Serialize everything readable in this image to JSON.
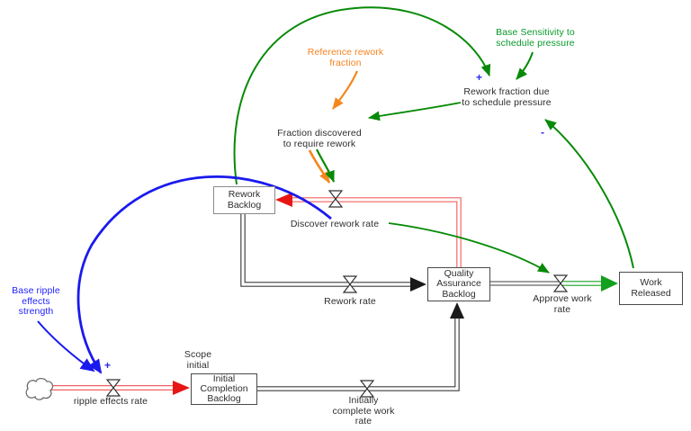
{
  "stocks": {
    "rework_backlog": {
      "label": "Rework\nBacklog"
    },
    "quality_assurance_backlog": {
      "label": "Quality\nAssurance\nBacklog"
    },
    "work_released": {
      "label": "Work\nReleased"
    },
    "initial_completion_backlog": {
      "label": "Initial\nCompletion\nBacklog"
    }
  },
  "flows": {
    "discover_rework_rate": {
      "label": "Discover rework rate"
    },
    "rework_rate": {
      "label": "Rework rate"
    },
    "approve_work_rate": {
      "label": "Approve work\nrate"
    },
    "initially_complete_work_rate": {
      "label": "Initially\ncomplete work\nrate"
    },
    "ripple_effects_rate": {
      "label": "ripple effects rate"
    }
  },
  "variables": {
    "base_sensitivity": {
      "label": "Base Sensitivity to\nschedule pressure",
      "color": "#0a9a2a"
    },
    "rework_fraction_due": {
      "label": "Rework fraction due\nto schedule pressure",
      "color": "#2e2e2e"
    },
    "reference_rework_fraction": {
      "label": "Reference rework\nfraction",
      "color": "#f5821f"
    },
    "fraction_discovered": {
      "label": "Fraction discovered\nto require rework",
      "color": "#2e2e2e"
    },
    "base_ripple_strength": {
      "label": "Base ripple\neffects\nstrength",
      "color": "#2222ff"
    },
    "scope_initial": {
      "label": "Scope\ninitial",
      "color": "#2e2e2e"
    }
  },
  "polarities": {
    "rework_fraction_plus": "+",
    "work_released_minus": "-",
    "ripple_plus": "+"
  },
  "colors": {
    "flow_red": "#f26060",
    "flow_red_arrow": "#e81515",
    "flow_dark": "#3d3d3d",
    "flow_green": "#18a326",
    "causal_green": "#078a07",
    "causal_orange": "#f5871f",
    "causal_blue": "#1a1aee",
    "valve_stroke": "#333333",
    "cloud_stroke": "#6a6a6a"
  }
}
